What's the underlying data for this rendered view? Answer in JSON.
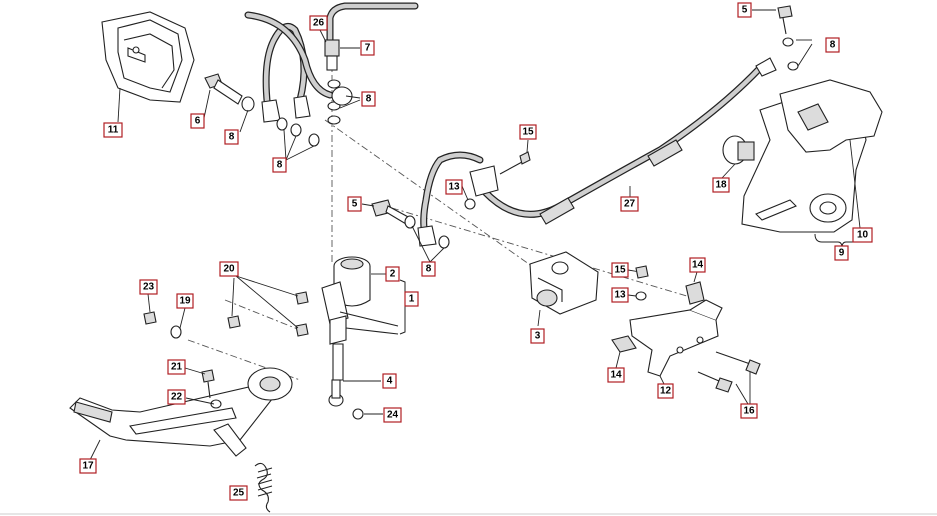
{
  "labels": [
    "1",
    "2",
    "3",
    "4",
    "5",
    "5",
    "6",
    "7",
    "8",
    "8",
    "8",
    "8",
    "8",
    "9",
    "10",
    "11",
    "12",
    "13",
    "13",
    "14",
    "14",
    "15",
    "15",
    "16",
    "17",
    "18",
    "19",
    "20",
    "21",
    "22",
    "23",
    "24",
    "25",
    "26",
    "27"
  ]
}
